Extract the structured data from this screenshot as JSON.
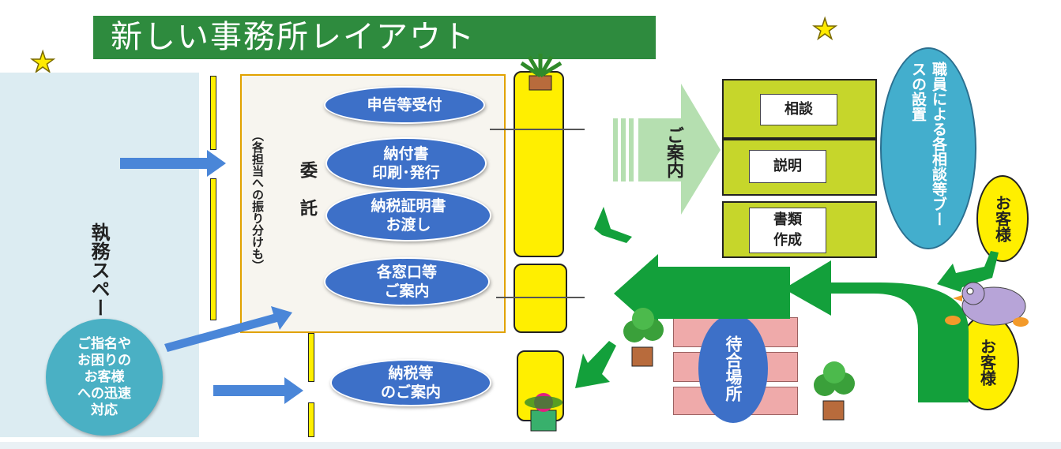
{
  "title": "新しい事務所レイアウト",
  "left_space_label": "執務スペース",
  "delegation_label": "委託",
  "delegation_note": "（各担当への振り分けも）",
  "counters": [
    {
      "id": "filing",
      "lines": [
        "申告等受付"
      ]
    },
    {
      "id": "payment-slip",
      "lines": [
        "納付書",
        "印刷･発行"
      ]
    },
    {
      "id": "tax-cert",
      "lines": [
        "納税証明書",
        "お渡し"
      ]
    },
    {
      "id": "windows-guide",
      "lines": [
        "各窓口等",
        "ご案内"
      ]
    },
    {
      "id": "tax-guide",
      "lines": [
        "納税等",
        "のご案内"
      ]
    }
  ],
  "quick_response": [
    "ご指名や",
    "お困りの",
    "お客様",
    "への迅速",
    "対応"
  ],
  "guide_label": "ご案内",
  "booths": [
    {
      "id": "consult",
      "lines": [
        "相談"
      ]
    },
    {
      "id": "explain",
      "lines": [
        "説明"
      ]
    },
    {
      "id": "docs",
      "lines": [
        "書類",
        "作成"
      ]
    }
  ],
  "booth_setup": "職員による各相談等ブースの設置",
  "customer_label": "お客様",
  "waiting_area": "待合場所",
  "colors": {
    "title_bg": "#2e8b3e",
    "oval": "#3d70c8",
    "teal": "#4ab0c4",
    "booth": "#c6d62b",
    "arrow_green": "#13a03b",
    "arrow_blue": "#4a86d8",
    "rail_yellow": "#ffef00"
  },
  "icons": [
    "star-icon",
    "potted-plant-icon",
    "bird-mascot-icon"
  ]
}
